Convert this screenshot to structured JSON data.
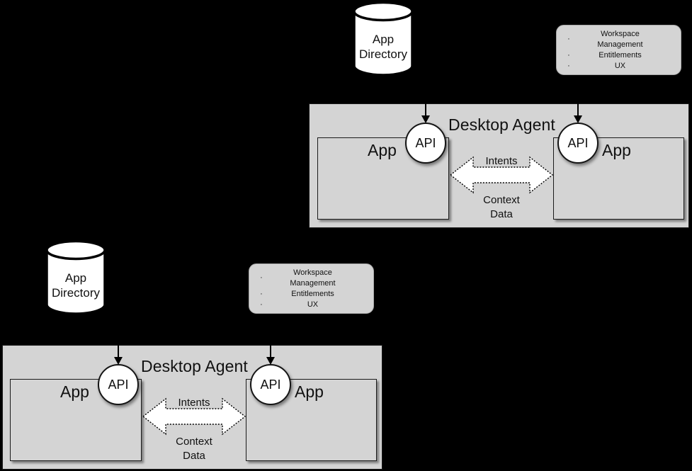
{
  "meta": {
    "colors": {
      "background": "#000000",
      "panel_fill": "#d4d4d4",
      "panel_stroke": "#1a1a1a",
      "circle_fill": "#ffffff",
      "text": "#111111"
    }
  },
  "diagrams": [
    {
      "id": "top-right",
      "directory": {
        "title": "App\nDirectory"
      },
      "capabilities": {
        "bullet": "·",
        "items": [
          "Workspace Management",
          "Entitlements",
          "UX"
        ]
      },
      "agent": {
        "title": "Desktop Agent",
        "apps": [
          {
            "label": "App",
            "api_label": "API"
          },
          {
            "label": "App",
            "api_label": "API"
          }
        ],
        "flows": {
          "top": "Intents",
          "bottom": "Context\nData"
        }
      }
    },
    {
      "id": "bottom-left",
      "directory": {
        "title": "App\nDirectory"
      },
      "capabilities": {
        "bullet": "·",
        "items": [
          "Workspace Management",
          "Entitlements",
          "UX"
        ]
      },
      "agent": {
        "title": "Desktop Agent",
        "apps": [
          {
            "label": "App",
            "api_label": "API"
          },
          {
            "label": "App",
            "api_label": "API"
          }
        ],
        "flows": {
          "top": "Intents",
          "bottom": "Context\nData"
        }
      }
    }
  ]
}
